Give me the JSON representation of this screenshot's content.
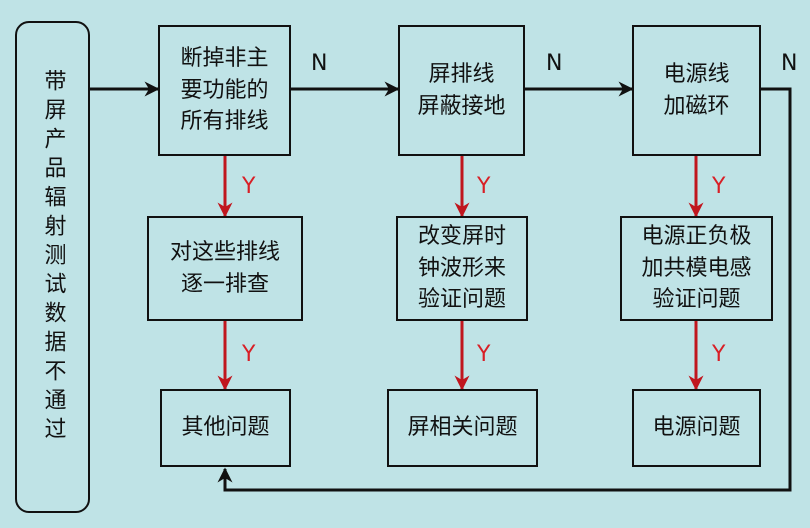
{
  "start_node": {
    "text": "带屏产品辐射测试数据不通过"
  },
  "top_row": [
    {
      "lines": [
        "断掉非主",
        "要功能的",
        "所有排线"
      ]
    },
    {
      "lines": [
        "屏排线",
        "屏蔽接地"
      ]
    },
    {
      "lines": [
        "电源线",
        "加磁环"
      ]
    }
  ],
  "middle_row": [
    {
      "lines": [
        "对这些排线",
        "逐一排查"
      ]
    },
    {
      "lines": [
        "改变屏时",
        "钟波形来",
        "验证问题"
      ]
    },
    {
      "lines": [
        "电源正负极",
        "加共模电感",
        "验证问题"
      ]
    }
  ],
  "bottom_row": [
    {
      "text": "其他问题"
    },
    {
      "text": "屏相关问题"
    },
    {
      "text": "电源问题"
    }
  ],
  "labels": {
    "no": "N",
    "yes": "Y"
  },
  "colors": {
    "background": "#bfe3e6",
    "line": "#111111",
    "yes_arrow": "#c0161e"
  }
}
